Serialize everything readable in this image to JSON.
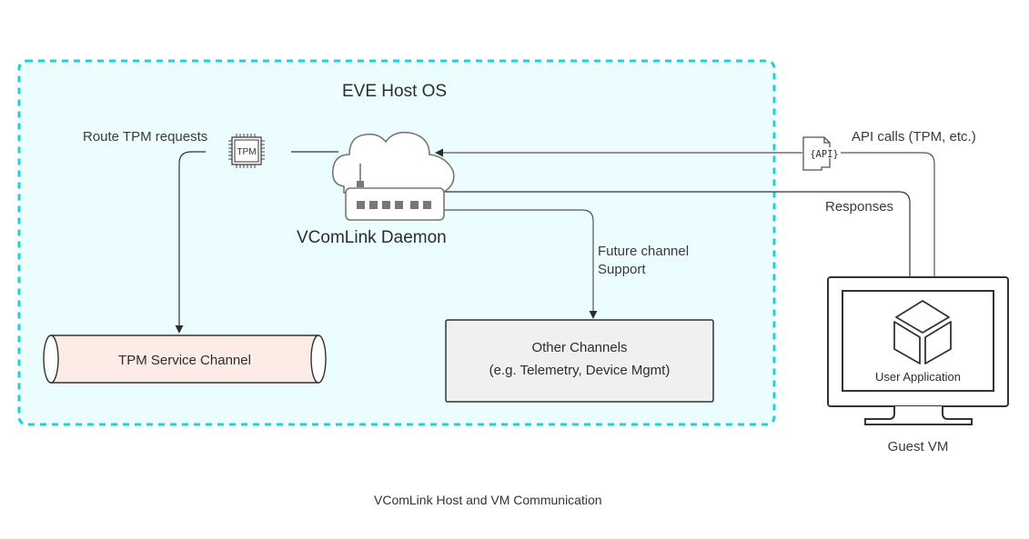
{
  "diagram": {
    "caption": "VComLink Host and VM Communication",
    "host_container": {
      "title": "EVE Host OS",
      "border_color": "#1fd1d6",
      "fill_color": "#ebfdfe"
    },
    "daemon": {
      "label": "VComLink Daemon",
      "icon": "cloud-router-icon"
    },
    "tpm_chip": {
      "label": "TPM",
      "icon": "chip-icon"
    },
    "api_doc": {
      "label": "{API}",
      "icon": "api-document-icon"
    },
    "tpm_service_channel": {
      "label": "TPM Service Channel",
      "fill_color": "#fdece6"
    },
    "other_channels": {
      "line1": "Other Channels",
      "line2": "(e.g. Telemetry, Device Mgmt)",
      "fill_color": "#f0f0f0"
    },
    "guest_vm": {
      "label": "Guest VM",
      "app_label": "User Application",
      "icon": "monitor-icon",
      "app_icon": "cube-icon"
    },
    "edges": {
      "route_tpm": "Route TPM requests",
      "api_calls": "API calls (TPM, etc.)",
      "responses": "Responses",
      "future_line1": "Future channel",
      "future_line2": "Support"
    }
  }
}
